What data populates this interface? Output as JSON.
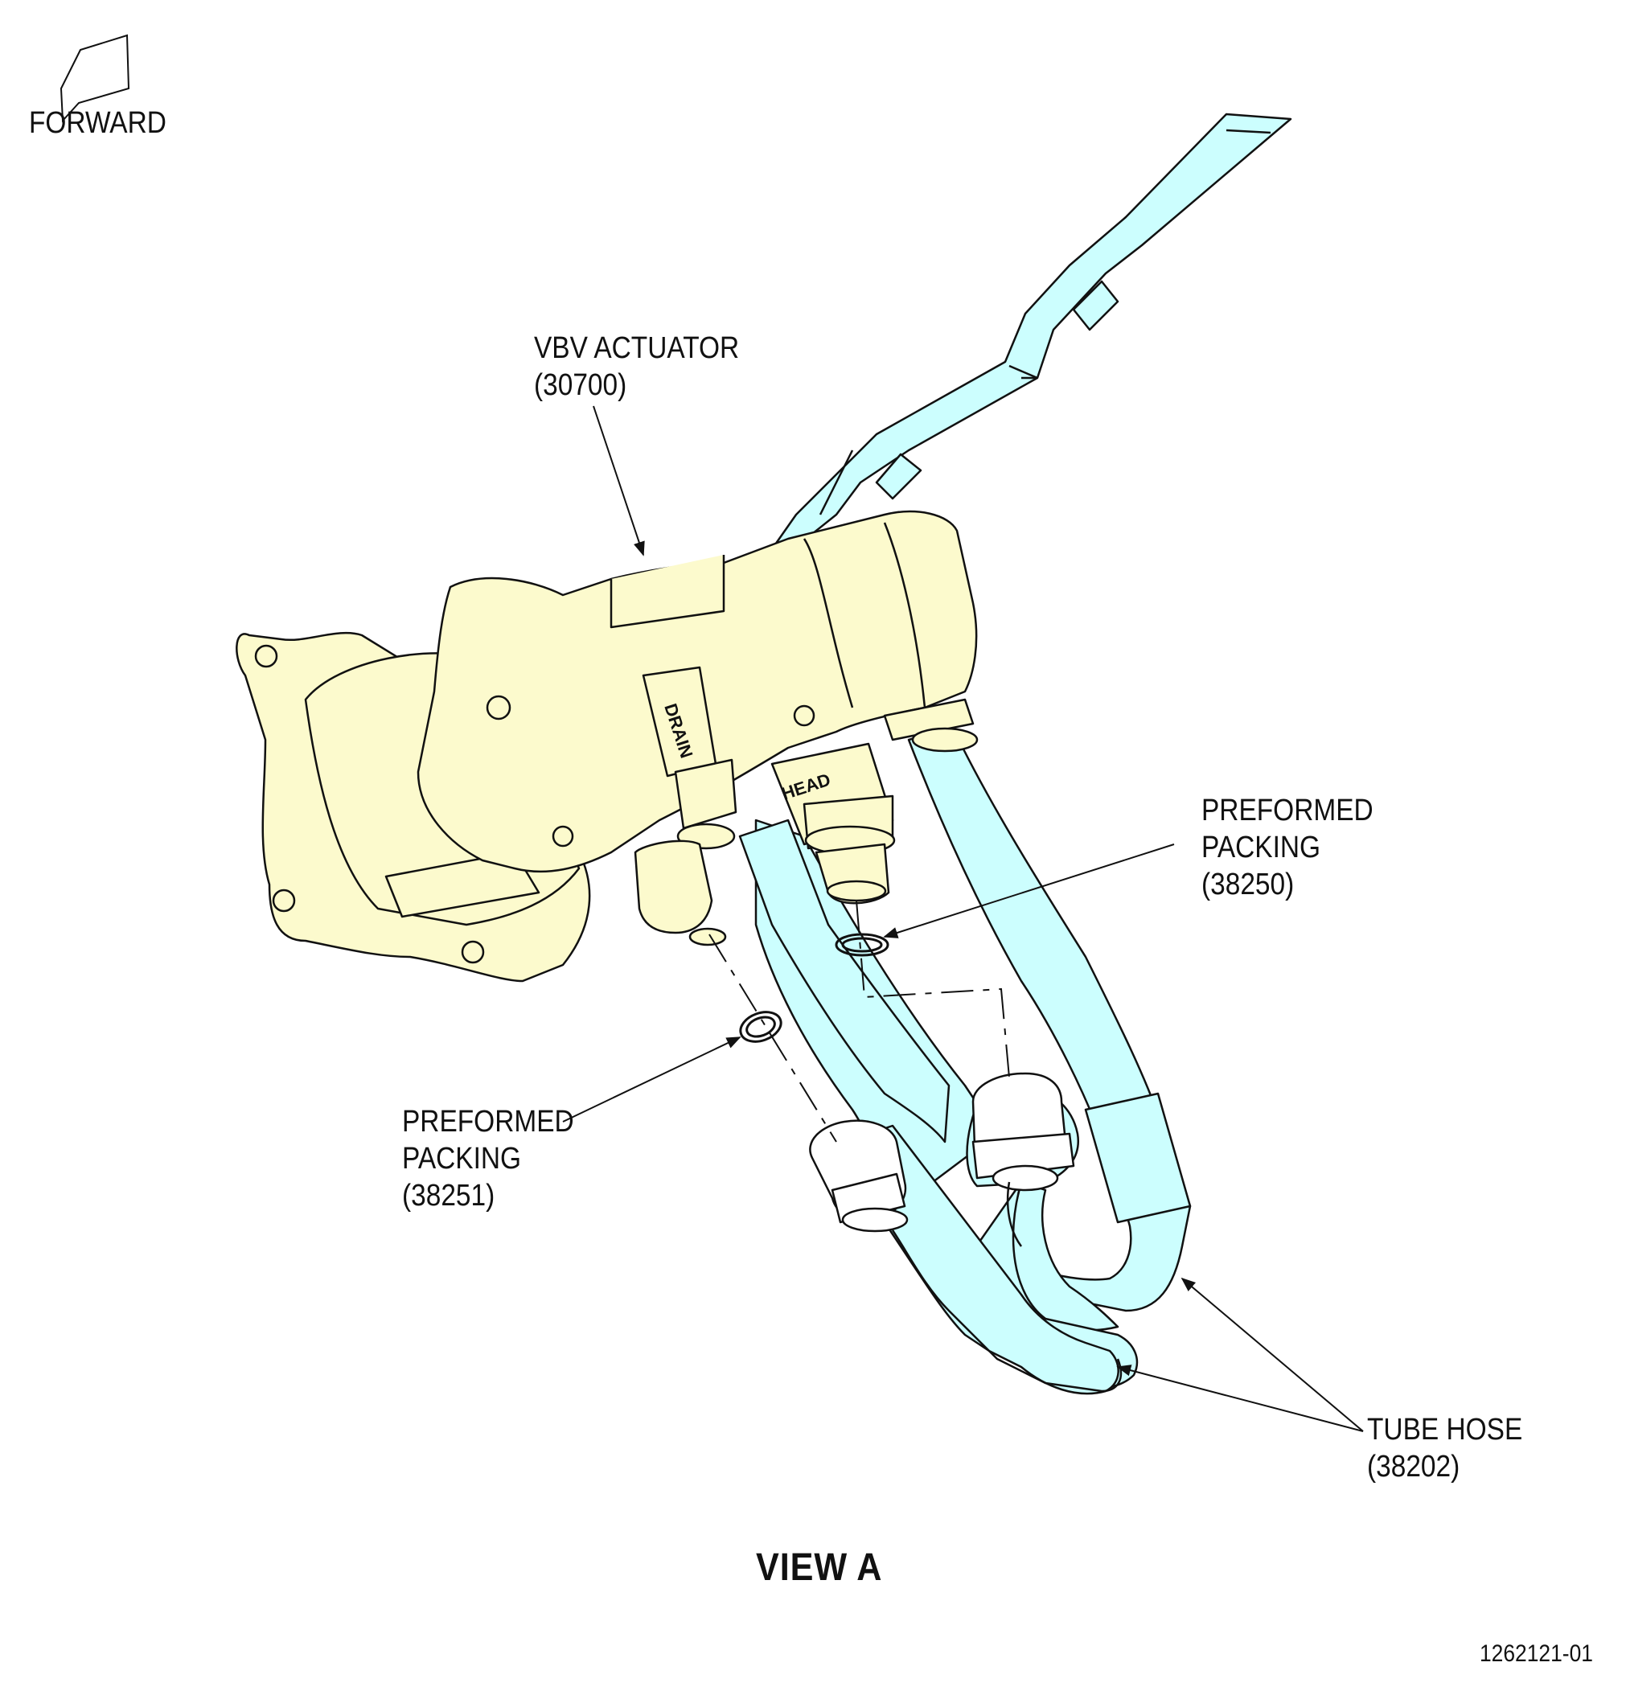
{
  "labels": {
    "forward": "FORWARD",
    "vbv_actuator": {
      "name": "VBV ACTUATOR",
      "part": "(30700)"
    },
    "packing_upper": {
      "line1": "PREFORMED",
      "line2": "PACKING",
      "part": "(38250)"
    },
    "packing_lower": {
      "line1": "PREFORMED",
      "line2": "PACKING",
      "part": "(38251)"
    },
    "tube_hose": {
      "name": "TUBE HOSE",
      "part": "(38202)"
    },
    "port_drain": "DRAIN",
    "port_head": "HEAD"
  },
  "view_title": "VIEW A",
  "figure_number": "1262121-01",
  "colors": {
    "actuator_fill": "#fcfacd",
    "hose_fill": "#ccfefe",
    "line": "#111111"
  }
}
